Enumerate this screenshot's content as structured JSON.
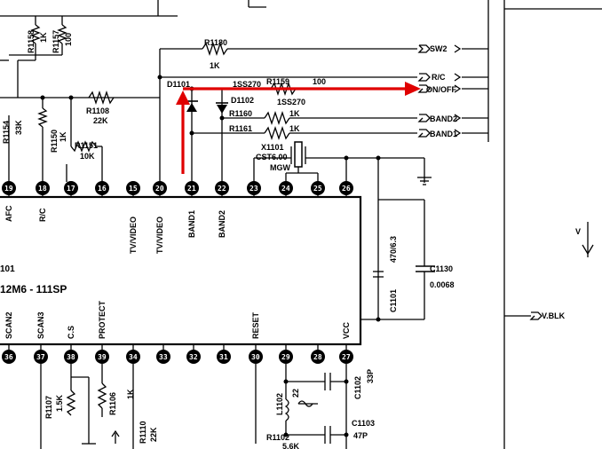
{
  "colors": {
    "ink": "#000000",
    "annotation": "#e00000",
    "paper": "#ffffff"
  },
  "components": {
    "r1180": {
      "ref": "R1180",
      "value": "1K"
    },
    "r1159": {
      "ref": "R1159",
      "value": "100"
    },
    "r1108": {
      "ref": "R1108",
      "value": "22K"
    },
    "r1150": {
      "ref": "R1150",
      "value": "1K"
    },
    "r1151": {
      "ref": "R1151",
      "value": "10K"
    },
    "r1154": {
      "ref": "R1154",
      "value": "33K"
    },
    "r1158": {
      "ref": "R1158",
      "value": "1K"
    },
    "r1157": {
      "ref": "R1157",
      "value": "100"
    },
    "r1160": {
      "ref": "R1160",
      "value": "1K"
    },
    "r1161": {
      "ref": "R1161",
      "value": "1K"
    },
    "r1107": {
      "ref": "R1107",
      "value": "1.5K"
    },
    "r1106": {
      "ref": "R1106",
      "value": "1K"
    },
    "r1110": {
      "ref": "R1110",
      "value": "22K"
    },
    "r1102": {
      "ref": "R1102",
      "value": "5.6K"
    },
    "d1101": {
      "ref": "D1101",
      "type": "1SS270"
    },
    "d1102": {
      "ref": "D1102",
      "type": "1SS270"
    },
    "x1101": {
      "ref": "X1101",
      "type": "CST6.00",
      "suffix": "MGW"
    },
    "c1101": {
      "ref": "C1101",
      "value": "470/6.3"
    },
    "c1130": {
      "ref": "C1130",
      "value": "0.0068"
    },
    "c1102": {
      "ref": "C1102",
      "value": "33P"
    },
    "c1103": {
      "ref": "C1103",
      "value": "47P"
    },
    "l1102": {
      "ref": "L1102",
      "value": "22"
    }
  },
  "ic": {
    "part_partial": "12M6 - 111SP",
    "ref_partial": "101",
    "top_pins": [
      "19",
      "18",
      "17",
      "16",
      "15",
      "20",
      "21",
      "22",
      "23",
      "24",
      "25",
      "26"
    ],
    "bottom_pins": [
      "36",
      "37",
      "38",
      "39",
      "34",
      "33",
      "32",
      "31",
      "30",
      "29",
      "28",
      "27"
    ],
    "top_labels": [
      "AFC",
      "R/C",
      "TV/VIDEO",
      "TV/VIDEO",
      "BAND1",
      "BAND2"
    ],
    "bottom_labels": [
      "SCAN2",
      "SCAN3",
      "C.S",
      "PROTECT",
      "RESET",
      "VCC"
    ]
  },
  "connectors": {
    "sw2": "SW2",
    "rc": "R/C",
    "onoff": "ON/OFF",
    "band2": "BAND2",
    "band1": "BAND1",
    "vblk": "V.BLK",
    "v_partial": "V"
  }
}
